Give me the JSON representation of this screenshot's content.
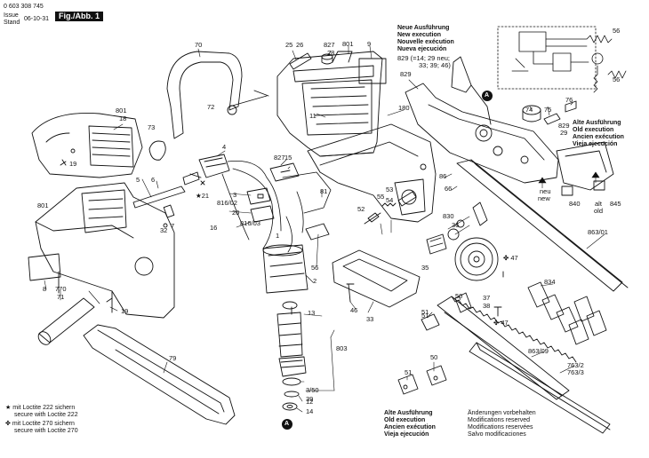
{
  "header": {
    "doc_number": "0 603 308 745",
    "issue_label": "Issue",
    "stand_label": "Stand",
    "date": "06-10-31",
    "figure_label": "Fig./Abb. 1"
  },
  "part_numbers": [
    "70",
    "25",
    "26",
    "827",
    "28",
    "801",
    "9",
    "Neue Ausführung",
    "New execution",
    "Nouvelle exécution",
    "Nueva ejecución",
    "829 (=14; 29 neu;",
    "33; 39; 46)",
    "829",
    "56",
    "56",
    "801",
    "18",
    "72",
    "73",
    "11",
    "180",
    "A",
    "74",
    "75",
    "76",
    "19",
    "829",
    "29",
    "Alte Ausführung",
    "Old execution",
    "Ancien exécution",
    "Vieja ejecución",
    "4",
    "827",
    "15",
    "5",
    "6",
    "★21",
    "3",
    "816/02",
    "20",
    "816/03",
    "16",
    "52",
    "55",
    "53",
    "54",
    "66",
    "86",
    "neu",
    "new",
    "81",
    "840",
    "alt",
    "old",
    "845",
    "801",
    "32",
    "7",
    "1",
    "830",
    "36",
    "863/01",
    "56",
    "35",
    "✤ 47",
    "8",
    "770",
    "71",
    "19",
    "2",
    "46",
    "33",
    "834",
    "50",
    "51",
    "37",
    "38",
    "✤ 47",
    "13",
    "803",
    "51",
    "863/09",
    "79",
    "50",
    "3/50",
    "12",
    "39",
    "14",
    "A",
    "51",
    "763/2",
    "763/3"
  ],
  "legend": {
    "loctite222_de": "mit Loctite 222 sichern",
    "loctite222_en": "secure with Loctite 222",
    "loctite270_de": "mit Loctite 270 sichern",
    "loctite270_en": "secure with Loctite 270"
  },
  "old_execution_bottom": [
    "Alte Ausführung",
    "Old execution",
    "Ancien exécution",
    "Vieja ejecución"
  ],
  "modifications": [
    "Änderungen vorbehalten",
    "Modifications reserved",
    "Modifications reservées",
    "Salvo modificaciones"
  ]
}
